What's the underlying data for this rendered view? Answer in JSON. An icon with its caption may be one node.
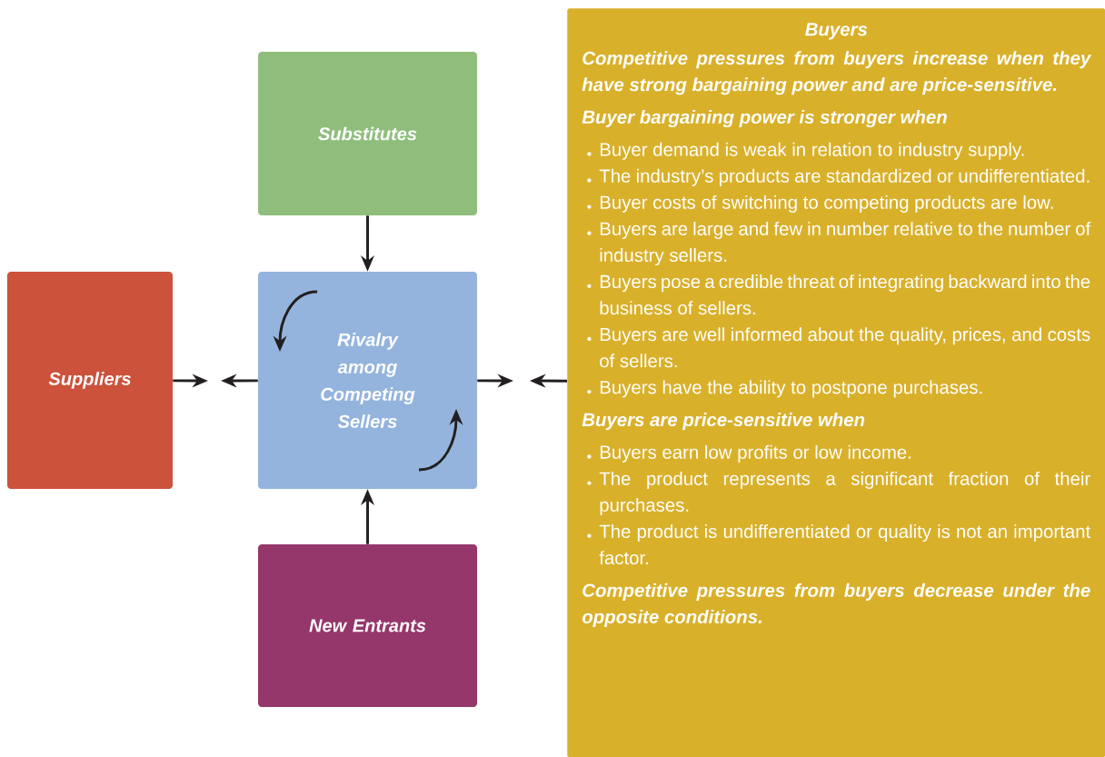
{
  "diagram": {
    "nodes": [
      {
        "text": [
          "Substitutes"
        ]
      },
      {
        "text": [
          "Suppliers"
        ]
      },
      {
        "text": [
          "Rivalry among Competing Sellers"
        ]
      },
      {
        "text": [
          "Buyers",
          "Competitive pressures from buyers increase when they have strong bargaining power and are price-sensitive.",
          "Buyer bargaining power is stronger when",
          "Buyer demand is weak in relation to industry supply.",
          "The industry’s products are standardized or undifferentiated.",
          "Buyer costs of switching to competing products are low.",
          "Buyers are large and few in number relative to the number of industry sellers.",
          "Buyers pose a credible threat of integrating backward into the business of sellers.",
          "Buyers are well informed about the quality, prices, and costs of sellers.",
          "Buyers have the ability to postpone purchases.",
          "Buyers are price-sensitive when",
          "Buyers earn low profits or low income.",
          "The product represents a significant fraction of their purchases.",
          "The product is undifferentiated or quality is not an important factor.",
          "Competitive pressures from buyers decrease under the opposite conditions."
        ]
      },
      {
        "text": [
          "New Entrants"
        ]
      }
    ],
    "edges": [
      {
        "from": 0,
        "to": 2,
        "arrow": "to"
      },
      {
        "from": 4,
        "to": 2,
        "arrow": "to"
      },
      {
        "from": 1,
        "to": null,
        "arrow": "to"
      },
      {
        "from": 2,
        "to": null,
        "arrow": "to"
      },
      {
        "from": 2,
        "to": null,
        "arrow": "to"
      },
      {
        "from": 3,
        "to": null,
        "arrow": "to"
      }
    ]
  }
}
